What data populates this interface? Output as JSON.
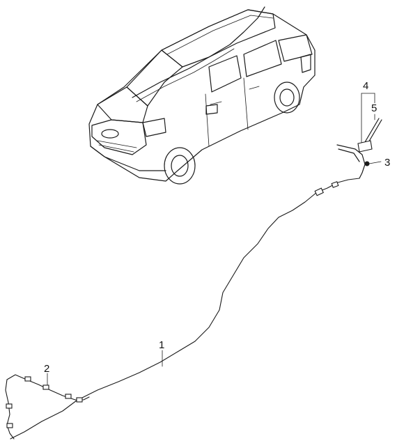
{
  "callouts": {
    "c1": "1",
    "c2": "2",
    "c3": "3",
    "c4": "4",
    "c5": "5"
  },
  "colors": {
    "line": "#1a1a1a",
    "background": "#ffffff"
  }
}
